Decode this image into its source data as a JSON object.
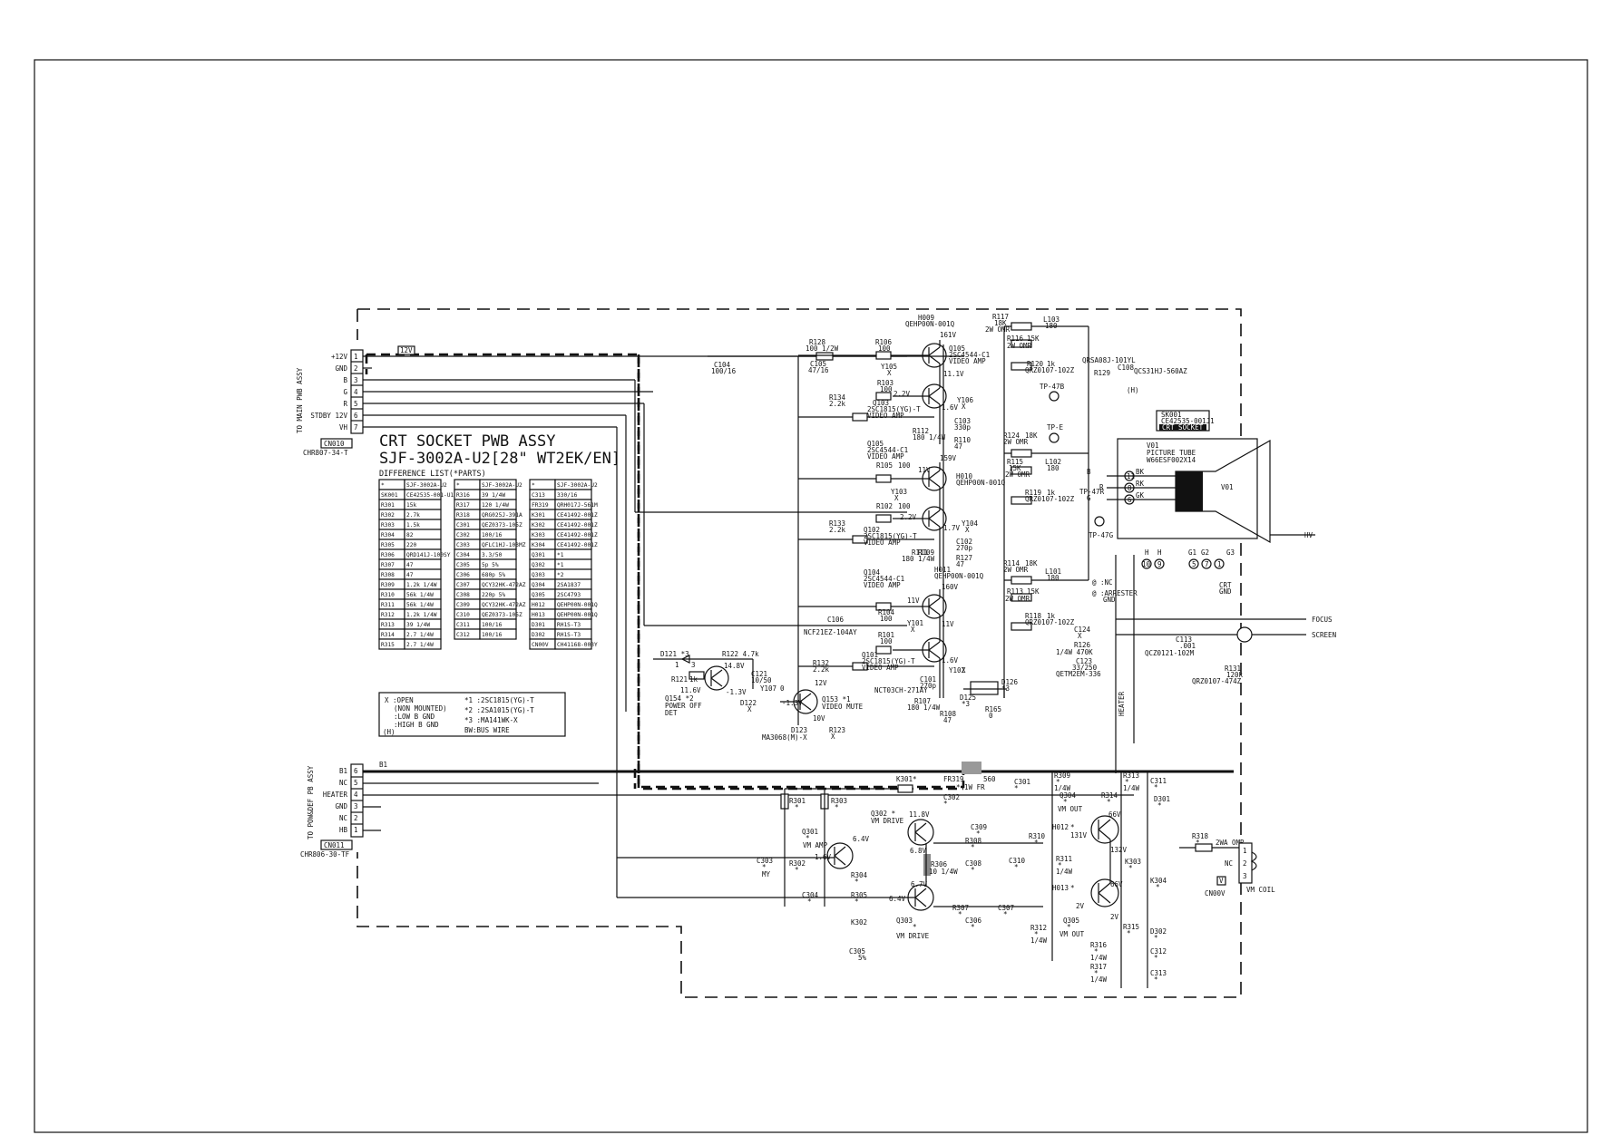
{
  "title": {
    "line1": "CRT SOCKET PWB ASSY",
    "line2": "SJF-3002A-U2[28\" WT2EK/EN]",
    "diff": "DIFFERENCE LIST(*PARTS)"
  },
  "diff_tables": [
    {
      "header": [
        "*",
        "SJF-3002A-U2"
      ],
      "rows": [
        [
          "SK001",
          "CE42535-001-U1"
        ],
        [
          "R301",
          "15k"
        ],
        [
          "R302",
          "2.7k"
        ],
        [
          "R303",
          "1.5k"
        ],
        [
          "R304",
          "82"
        ],
        [
          "R305",
          "220"
        ],
        [
          "R306",
          "QRD141J-100SY"
        ],
        [
          "R307",
          "47"
        ],
        [
          "R308",
          "47"
        ],
        [
          "R309",
          "1.2k 1/4W"
        ],
        [
          "R310",
          "56k 1/4W"
        ],
        [
          "R311",
          "56k 1/4W"
        ],
        [
          "R312",
          "1.2k 1/4W"
        ],
        [
          "R313",
          "39 1/4W"
        ],
        [
          "R314",
          "2.7 1/4W"
        ],
        [
          "R315",
          "2.7 1/4W"
        ]
      ]
    },
    {
      "header": [
        "*",
        "SJF-3002A-U2"
      ],
      "rows": [
        [
          "R316",
          "39 1/4W"
        ],
        [
          "R317",
          "120 1/4W"
        ],
        [
          "R318",
          "QRG025J-391A"
        ],
        [
          "C301",
          "QEZ0373-105Z"
        ],
        [
          "C302",
          "100/16"
        ],
        [
          "C303",
          "QFLC1HJ-103MZ"
        ],
        [
          "C304",
          "3.3/50"
        ],
        [
          "C305",
          "5p 5%"
        ],
        [
          "C306",
          "680p 5%"
        ],
        [
          "C307",
          "QCY32HK-472AZ"
        ],
        [
          "C308",
          "220p 5%"
        ],
        [
          "C309",
          "QCY32HK-472AZ"
        ],
        [
          "C310",
          "QEZ0373-105Z"
        ],
        [
          "C311",
          "100/16"
        ],
        [
          "C312",
          "100/16"
        ]
      ]
    },
    {
      "header": [
        "*",
        "SJF-3002A-U2"
      ],
      "rows": [
        [
          "C313",
          "330/16"
        ],
        [
          "FR319",
          "QRH017J-561M"
        ],
        [
          "K301",
          "CE41492-001Z"
        ],
        [
          "K302",
          "CE41492-001Z"
        ],
        [
          "K303",
          "CE41492-001Z"
        ],
        [
          "K304",
          "CE41492-001Z"
        ],
        [
          "Q301",
          "*1"
        ],
        [
          "Q302",
          "*1"
        ],
        [
          "Q303",
          "*2"
        ],
        [
          "Q304",
          "2SA1837"
        ],
        [
          "Q305",
          "2SC4793"
        ],
        [
          "H012",
          "QEHP00N-001Q"
        ],
        [
          "H013",
          "QEHP00N-001Q"
        ],
        [
          "D301",
          "RH1S-T3"
        ],
        [
          "D302",
          "RH1S-T3"
        ],
        [
          "CN00V",
          "CH41168-003Y"
        ]
      ]
    }
  ],
  "legend": {
    "open": "X :OPEN",
    "non_mounted": "(NON MOUNTED)",
    "low_b": ":LOW B GND",
    "high_b": ":HIGH B GND",
    "h_mark": "(H)",
    "star1": "*1 :2SC1815(YG)-T",
    "star2": "*2 :2SA1015(YG)-T",
    "star3": "*3 :MA141WK-X",
    "bw": "BW:BUS WIRE"
  },
  "connectors": {
    "cn010": {
      "name": "CN010",
      "part": "CHR807-34-T",
      "side_label": "TO MAIN PWB ASSY",
      "pins": [
        {
          "n": "1",
          "label": "+12V"
        },
        {
          "n": "2",
          "label": "GND"
        },
        {
          "n": "3",
          "label": "B"
        },
        {
          "n": "4",
          "label": "G"
        },
        {
          "n": "5",
          "label": "R"
        },
        {
          "n": "6",
          "label": "STDBY 12V"
        },
        {
          "n": "7",
          "label": "VH"
        }
      ]
    },
    "cn011": {
      "name": "CN011",
      "part": "CHR806-30-TF",
      "side_label": "TO POW&DEF PB ASSY",
      "pins": [
        {
          "n": "6",
          "label": "B1"
        },
        {
          "n": "5",
          "label": "NC"
        },
        {
          "n": "4",
          "label": "HEATER"
        },
        {
          "n": "3",
          "label": "GND"
        },
        {
          "n": "2",
          "label": "NC"
        },
        {
          "n": "1",
          "label": "HB"
        }
      ]
    }
  },
  "video": {
    "l12v": "12V",
    "r128": "R128",
    "r128v": "100 1/2W",
    "c104": "C104",
    "c104v": "100/16",
    "c105": "C105",
    "c105v": "47/16",
    "r106": "R106",
    "r106v": "100",
    "y105": "Y105",
    "y105x": "X",
    "r103": "R103",
    "r103v": "100",
    "h009": "H009",
    "h009p": "QEHP00N-001Q",
    "v161": "161V",
    "q105a": "Q105",
    "q105ap": "2SC4544-C1",
    "q105af": "VIDEO AMP",
    "v111": "11.1V",
    "v22a": "2.2V",
    "q103": "Q103",
    "q103p": "2SC1815(YG)-T",
    "q103f": "VIDEO AMP",
    "r134": "R134",
    "r134v": "2.2k",
    "v16": "1.6V",
    "y106": "Y106",
    "y106x": "X",
    "c103": "C103",
    "c103v": "330p",
    "r112": "R112",
    "r112v": "180 1/4W",
    "r110": "R110",
    "r110v": "47",
    "q105b": "Q105",
    "q105bp": "2SC4544-C1",
    "q105bf": "VIDEO AMP",
    "v159": "159V",
    "h010": "H010",
    "h010p": "QEHP00N-001Q",
    "r105": "R105",
    "r105v": "100",
    "y103": "Y103",
    "y103x": "X",
    "r102": "R102",
    "r102v": "100",
    "v11a": "11V",
    "v22b": "2.2V",
    "r133": "R133",
    "r133v": "2.2k",
    "q102": "Q102",
    "q102p": "2SC1815(YG)-T",
    "q102f": "VIDEO AMP",
    "v17": "1.7V",
    "y104": "Y104",
    "y104x": "X",
    "c102": "C102",
    "c102v": "270p",
    "r111": "R111",
    "r111v": "180 1/4W",
    "r109": "R109",
    "r127": "R127",
    "r127v": "47",
    "q104": "Q104",
    "q104p": "2SC4544-C1",
    "q104f": "VIDEO AMP",
    "v160": "160V",
    "h011": "H011",
    "h011p": "QEHP00N-001Q",
    "c106": "C106",
    "c106p": "NCF21EZ-104AY",
    "r104": "R104",
    "r104v": "100",
    "y101": "Y101",
    "y101x": "X",
    "r101": "R101",
    "r101v": "100",
    "v11b": "11V",
    "v11c": "11V",
    "q101": "Q101",
    "q101p": "2SC1815(YG)-T",
    "q101f": "VIDEO AMP",
    "v16b": "1.6V",
    "y102": "Y102",
    "y102x": "X",
    "r132": "R132",
    "r132v": "2.2k",
    "c101": "C101",
    "c101v": "270p",
    "c101p": "NCT03CH-271AY",
    "r107": "R107",
    "r107v": "180 1/4W",
    "r108": "R108",
    "r108v": "47",
    "d125": "D125",
    "d125v": "*3",
    "d126": "D126",
    "d126v": "*3",
    "r165": "R165",
    "r165v": "0",
    "v12v": "12V",
    "q153": "Q153 *1",
    "q153f": "VIDEO MUTE",
    "v10v": "10V",
    "d123": "D123",
    "d123p": "MA3068(M)-X",
    "r123": "R123",
    "r123x": "X"
  },
  "poweroff": {
    "d121": "D121 *3",
    "r121": "R121",
    "r121v": "1k",
    "pin1": "1",
    "pin3": "3",
    "r122": "R122 4.7k",
    "v148": "14.8V",
    "v116": "11.6V",
    "vm13a": "-1.3V",
    "vm13b": "-1.3V",
    "c121": "C121",
    "c121v": "10/50",
    "y107": "Y107",
    "y107v": "0",
    "d122": "D122",
    "d122x": "X",
    "q154": "Q154 *2",
    "q154f1": "POWER OFF",
    "q154f2": "DET"
  },
  "crt": {
    "r117": "R117",
    "r117v": "18K",
    "r117w": "2W OMR",
    "l103": "L103",
    "l103v": "180",
    "r116": "R116",
    "r116v": "15K",
    "r116w": "2W OMR",
    "r120": "R120",
    "r120v": "1k",
    "r120p": "QRZ0107-102Z",
    "tp47b": "TP-47B",
    "qr": "QRSA08J-101YL",
    "r129": "R129",
    "c108": "C108",
    "c108p": "QCS31HJ-560AZ",
    "h_mark": "(H)",
    "tpe": "TP-E",
    "r124": "R124",
    "r124v": "18K",
    "r124w": "2W OMR",
    "r115": "R115",
    "r115v": "15K",
    "r115w": "2W OMR",
    "l102": "L102",
    "l102v": "180",
    "r119": "R119",
    "r119v": "1k",
    "r119p": "QRZ0107-102Z",
    "tp47r": "TP-47R",
    "tp47g": "TP-47G",
    "r114": "R114",
    "r114v": "18K",
    "r114w": "2W OMR",
    "l101": "L101",
    "l101v": "180",
    "r113": "R113",
    "r113v": "15K",
    "r113w": "2W OMR",
    "r118": "R118",
    "r118v": "1k",
    "r118p": "QRZ0107-102Z",
    "nc_note": "@ :NC",
    "arr_note1": "@ :ARRESTER",
    "arr_note2": "GND",
    "c124": "C124",
    "c124x": "X",
    "r126": "R126",
    "r126v": "1/4W 470K",
    "c123": "C123",
    "c123v": "33/250",
    "c123p": "QETM2EM-336",
    "heater": "HEATER",
    "sk": "SK001",
    "skp": "CE42535-001J1",
    "skf": "CRT SOCKET",
    "v01": "V01",
    "v01f": "PICTURE TUBE",
    "v01p": "W66ESF002X14",
    "v01tube": "V01",
    "pin_b": "B",
    "pin_r": "R",
    "pin_g": "G",
    "bk": "BK",
    "rk": "RK",
    "gk": "GK",
    "p11": "11",
    "p8": "8",
    "p6": "6",
    "h1": "H",
    "h2": "H",
    "p10": "10",
    "p9": "9",
    "p5": "5",
    "p7": "7",
    "p1": "1",
    "g1": "G1",
    "g2": "G2",
    "g3": "G3",
    "crtgnd1": "CRT",
    "crtgnd2": "GND",
    "hv": "HV",
    "focus": "FOCUS",
    "screen": "SCREEN",
    "c113": "C113",
    "c113v": ".001",
    "c113p": "QCZ0121-102M",
    "r131": "R131",
    "r131v": "120k",
    "r131p": "QRZ0107-474Z"
  },
  "vm": {
    "b1": "B1",
    "k301": "K301",
    "k301x": "*",
    "fr319": "FR319",
    "fr319v": "560",
    "fr319w": "* 1W FR",
    "c302": "C302",
    "c302x": "*",
    "c301": "C301",
    "c301x": "*",
    "r301": "R301",
    "r301x": "*",
    "r303": "R303",
    "r303x": "*",
    "q302": "Q302 *",
    "q302f": "VM DRIVE",
    "v118": "11.8V",
    "v68": "6.8V",
    "v64a": "6.4V",
    "q301": "Q301",
    "q301x": "*",
    "q301f": "VM AMP",
    "v16": "1.6V",
    "c303": "C303",
    "c303x": "*",
    "c303h": "MY",
    "r302": "R302",
    "r302x": "*",
    "r304": "R304",
    "r304x": "*",
    "c304": "C304",
    "c304x": "*",
    "r305": "R305",
    "r305x": "*",
    "k302": "K302",
    "c305": "C305",
    "c305v": "5%",
    "v67": "6.7V",
    "v64b": "6.4V",
    "q303": "Q303",
    "q303x": "*",
    "q303f": "VM DRIVE",
    "r306": "R306",
    "r306v": "10 1/4W",
    "c309": "C309",
    "c309x": "*",
    "r308": "R308",
    "r308x": "*",
    "c308": "C308",
    "c308x": "*",
    "c306": "C306",
    "c306x": "*",
    "r307": "R307",
    "r307x": "*",
    "c307": "C307",
    "c307x": "*",
    "r309": "R309",
    "r309x": "*",
    "r309w": "1/4W",
    "r310": "R310",
    "r310x": "*",
    "c310": "C310",
    "c310x": "*",
    "r311": "R311",
    "r311x": "*",
    "r311w": "1/4W",
    "r312": "R312",
    "r312x": "*",
    "r312w": "1/4W",
    "q304": "Q304",
    "q304x": "*",
    "q304f": "VM OUT",
    "h012": "H012",
    "h012x": "*",
    "v131": "131V",
    "v66a": "66V",
    "v132": "132V",
    "h013": "H013",
    "h013x": "*",
    "v2a": "2V",
    "v66b": "66V",
    "v2b": "2V",
    "q305": "Q305",
    "q305x": "*",
    "q305f": "VM OUT",
    "r313": "R313",
    "r313x": "*",
    "r313w": "1/4W",
    "r314": "R314",
    "r314x": "*",
    "k303": "K303",
    "k303x": "*",
    "r315": "R315",
    "r315x": "*",
    "r316": "R316",
    "r316x": "*",
    "r316w": "1/4W",
    "r317": "R317",
    "r317x": "*",
    "r317w": "1/4W",
    "d301": "D301",
    "d301x": "*",
    "d302": "D302",
    "d302x": "*",
    "c311": "C311",
    "c311x": "*",
    "c312": "C312",
    "c312x": "*",
    "c313": "C313",
    "c313x": "*",
    "k304": "K304",
    "k304x": "*",
    "r318": "R318",
    "r318x": "*",
    "r318w": "2WA OMR",
    "nc": "NC",
    "cn00v": "CN00V",
    "v_mark": "V",
    "vmcoil": "VM COIL",
    "p1": "1",
    "p2": "2",
    "p3": "3"
  }
}
